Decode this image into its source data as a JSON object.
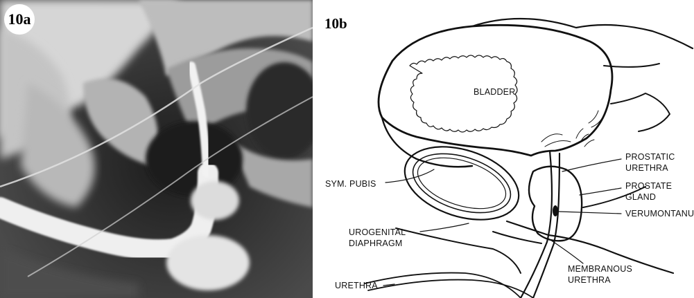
{
  "panel_a": {
    "label": "10a"
  },
  "panel_b": {
    "label": "10b",
    "labels": {
      "bladder": "BLADDER",
      "prostatic_urethra_1": "PROSTATIC",
      "prostatic_urethra_2": "URETHRA",
      "prostate_gland_1": "PROSTATE",
      "prostate_gland_2": "GLAND",
      "sym_pubis": "SYM. PUBIS",
      "verumontanum": "VERUMONTANUM",
      "urogenital_1": "UROGENITAL",
      "urogenital_2": "DIAPHRAGM",
      "membranous_1": "MEMBRANOUS",
      "membranous_2": "URETHRA",
      "urethra": "URETHRA"
    }
  }
}
